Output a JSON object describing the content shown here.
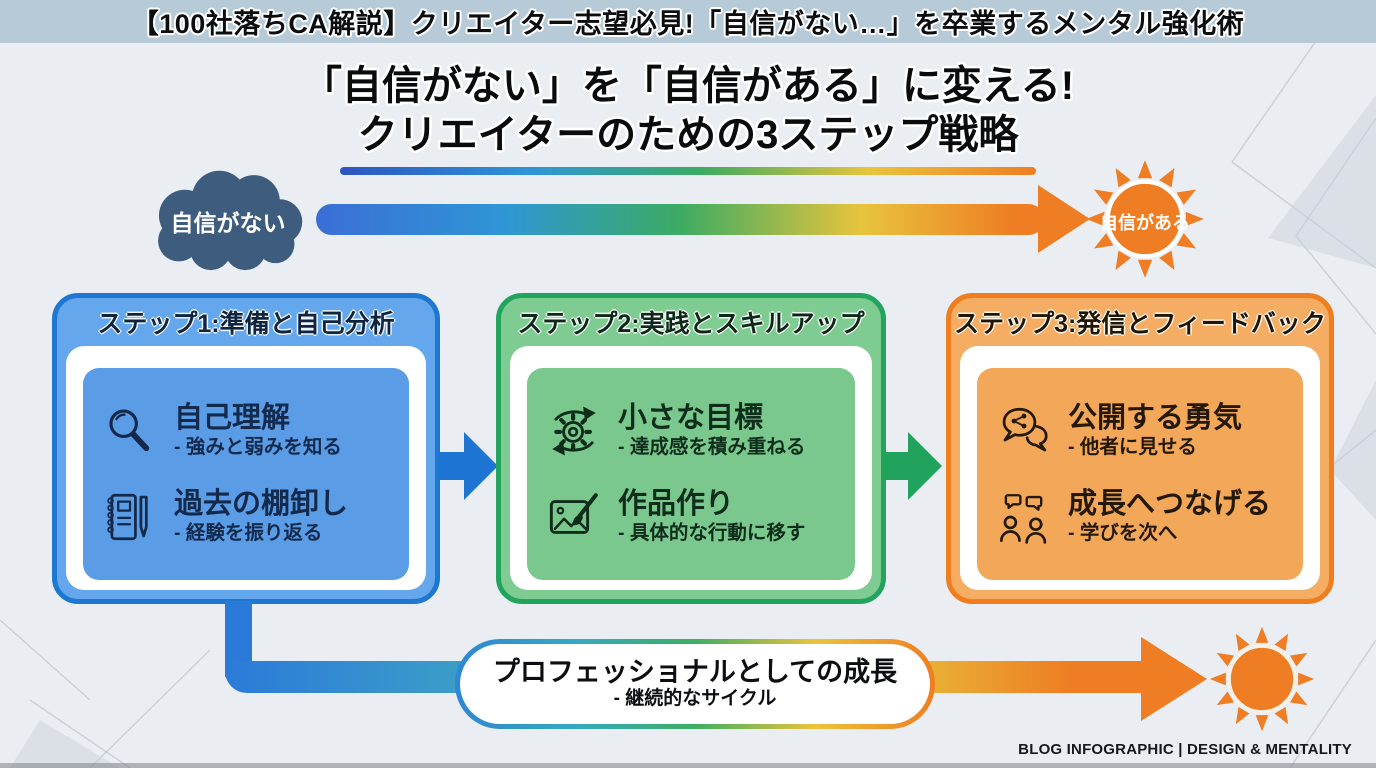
{
  "top_bar": {
    "text": "【100社落ちCA解説】クリエイター志望必見!「自信がない…」を卒業するメンタル強化術"
  },
  "title": {
    "line1": "「自信がない」を「自信がある」に変える!",
    "line2": "クリエイターのための3ステップ戦略"
  },
  "journey": {
    "start_label": "自信がない",
    "end_label": "自信がある"
  },
  "steps": [
    {
      "header": "ステップ1:準備と自己分析",
      "items": [
        {
          "icon": "magnifier-icon",
          "title": "自己理解",
          "desc": "- 強みと弱みを知る"
        },
        {
          "icon": "notebook-pen-icon",
          "title": "過去の棚卸し",
          "desc": "- 経験を振り返る"
        }
      ]
    },
    {
      "header": "ステップ2:実践とスキルアップ",
      "items": [
        {
          "icon": "iteration-gear-icon",
          "title": "小さな目標",
          "desc": "- 達成感を積み重ねる"
        },
        {
          "icon": "artwork-brush-icon",
          "title": "作品作り",
          "desc": "- 具体的な行動に移す"
        }
      ]
    },
    {
      "header": "ステップ3:発信とフィードバック",
      "items": [
        {
          "icon": "share-bubbles-icon",
          "title": "公開する勇気",
          "desc": "- 他者に見せる"
        },
        {
          "icon": "people-feedback-icon",
          "title": "成長へつなげる",
          "desc": "- 学びを次へ"
        }
      ]
    }
  ],
  "growth_banner": {
    "title": "プロフェッショナルとしての成長",
    "desc": "- 継続的なサイクル"
  },
  "footer": {
    "credit": "BLOG INFOGRAPHIC | DESIGN & MENTALITY"
  },
  "colors": {
    "topbar_bg": "#b6cad8",
    "background": "#eaeef2",
    "cloud": "#3d5c7e",
    "sun": "#ee7d23",
    "step1_accent": "#1e78d2",
    "step2_accent": "#23a45e",
    "step3_accent": "#f07d1e",
    "gradient": [
      "#2c55c0",
      "#2f96d5",
      "#3cab62",
      "#e8c43d",
      "#ee7d23"
    ]
  }
}
